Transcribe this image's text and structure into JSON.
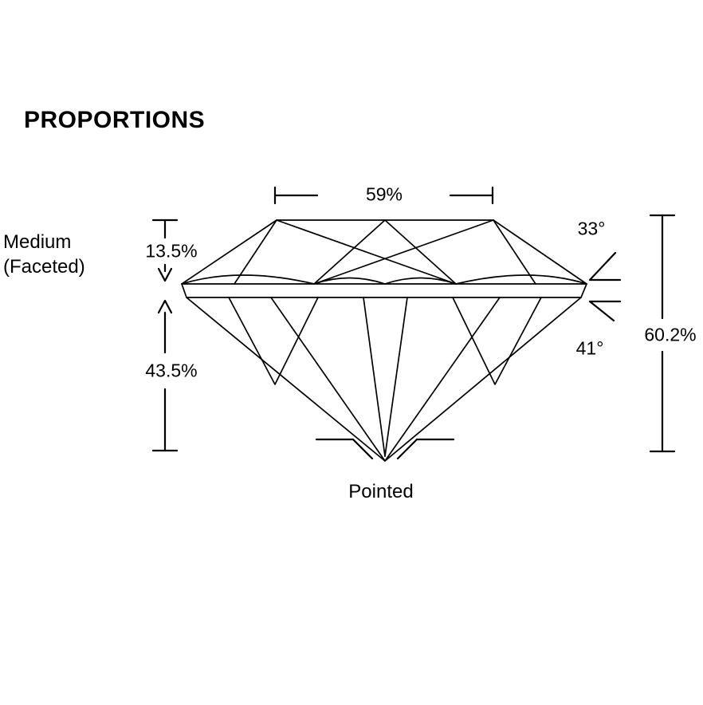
{
  "title": "PROPORTIONS",
  "labels": {
    "table_width": "59%",
    "crown_height": "13.5%",
    "pavilion_depth": "43.5%",
    "crown_angle": "33°",
    "pavilion_angle": "41°",
    "total_depth": "60.2%",
    "girdle_line1": "Medium",
    "girdle_line2": "(Faceted)",
    "culet": "Pointed"
  },
  "colors": {
    "line": "#000000",
    "background": "#ffffff",
    "text": "#000000"
  }
}
